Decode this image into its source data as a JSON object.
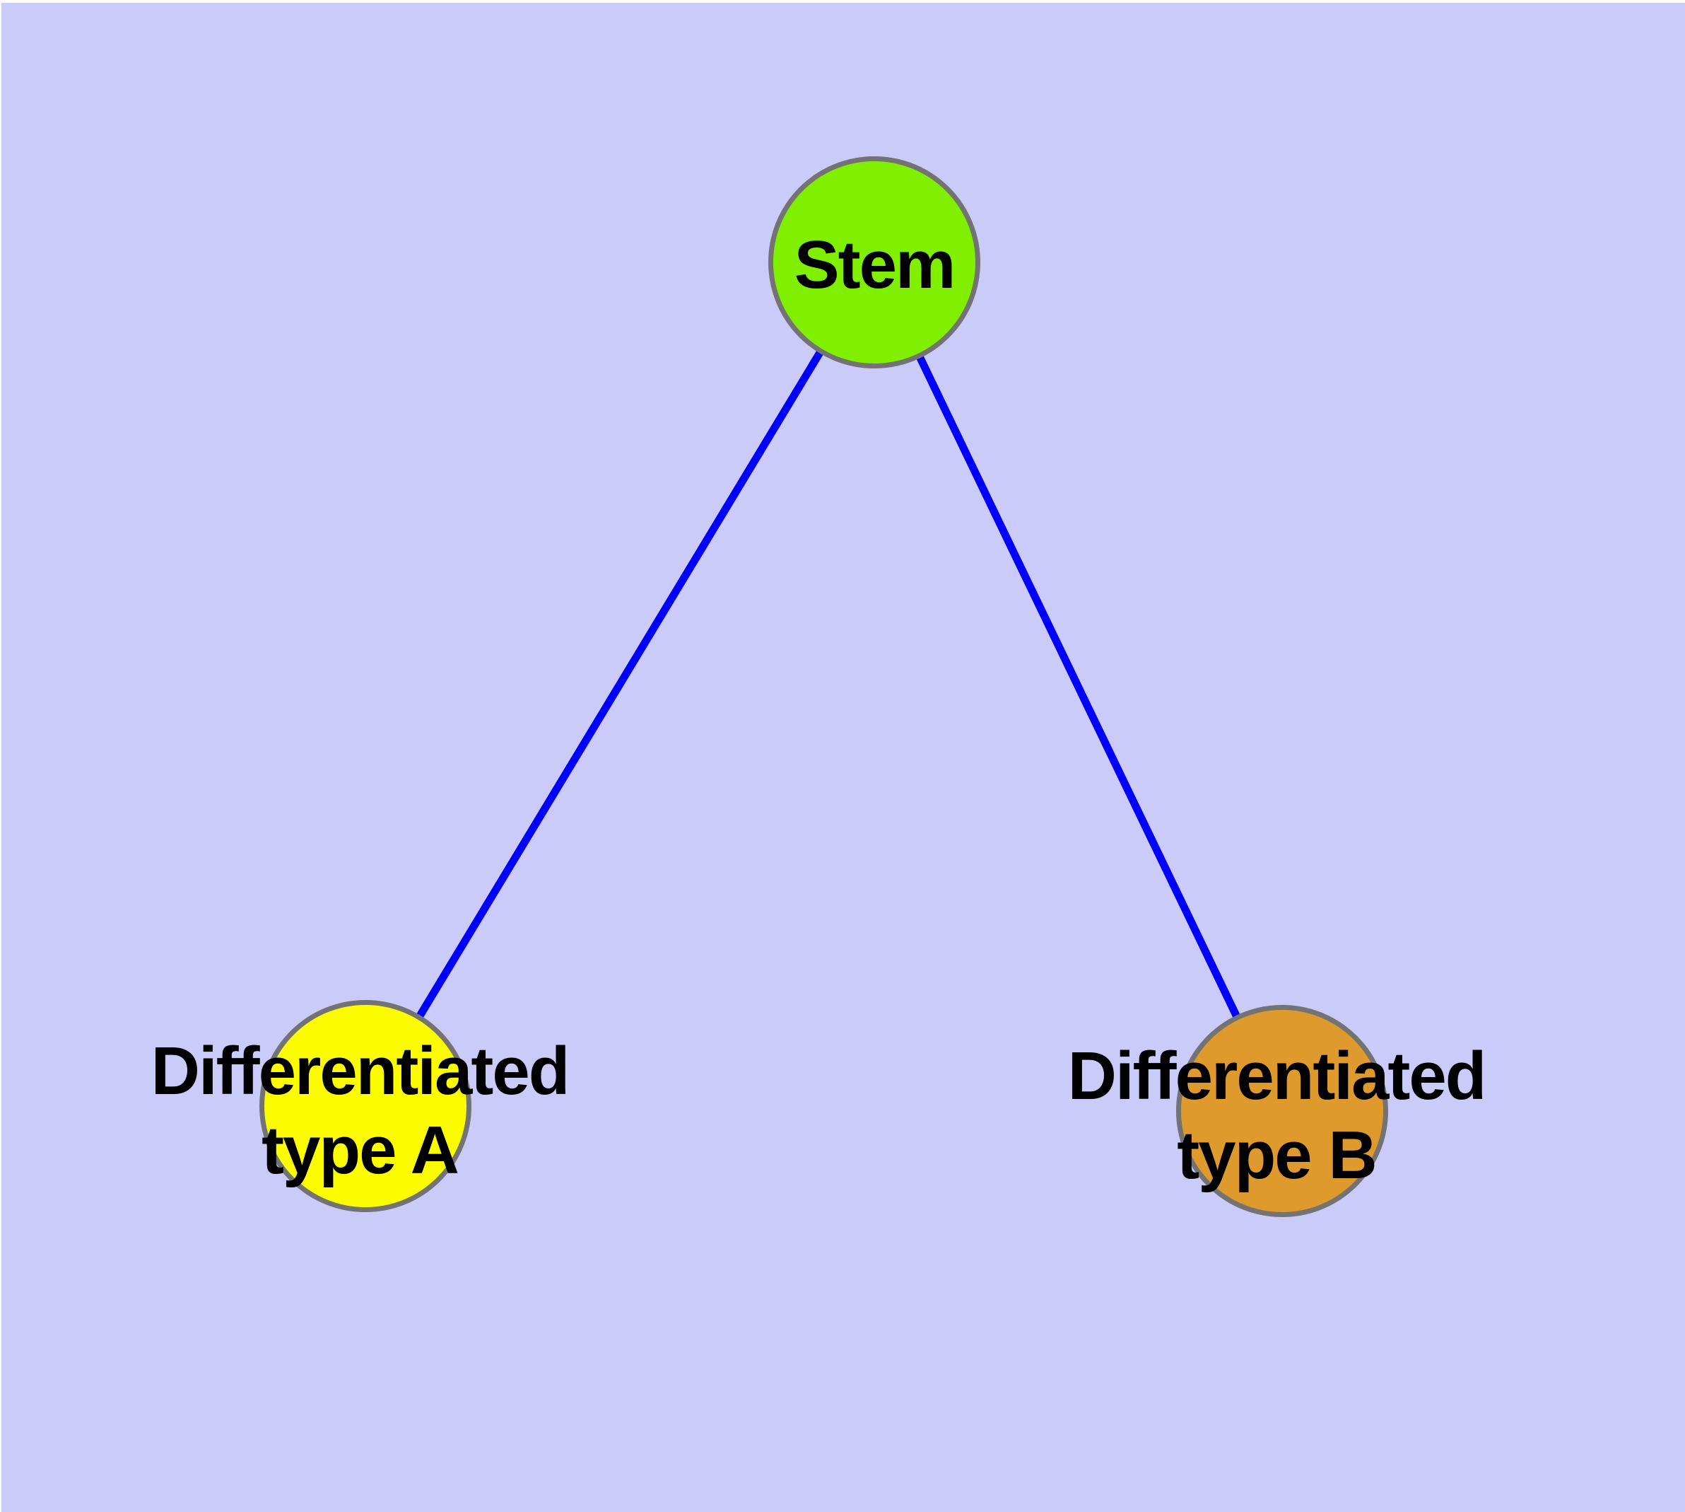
{
  "graph": {
    "background_color": "#cbcbf9",
    "edge_color": "#0000ff",
    "node_border_color": "#737373",
    "label_color": "#000000",
    "nodes": [
      {
        "id": "stem",
        "label": "Stem",
        "label_line1": "Stem",
        "label_line2": "",
        "fill": "#80f000"
      },
      {
        "id": "type-a",
        "label": "Differentiated type A",
        "label_line1": "Differentiated",
        "label_line2": "type A",
        "fill": "#fcfc00"
      },
      {
        "id": "type-b",
        "label": "Differentiated type B",
        "label_line1": "Differentiated",
        "label_line2": "type B",
        "fill": "#df9a2d"
      }
    ],
    "edges": [
      {
        "from": "Stem",
        "to": "Differentiated type A"
      },
      {
        "from": "Stem",
        "to": "Differentiated type B"
      }
    ]
  }
}
